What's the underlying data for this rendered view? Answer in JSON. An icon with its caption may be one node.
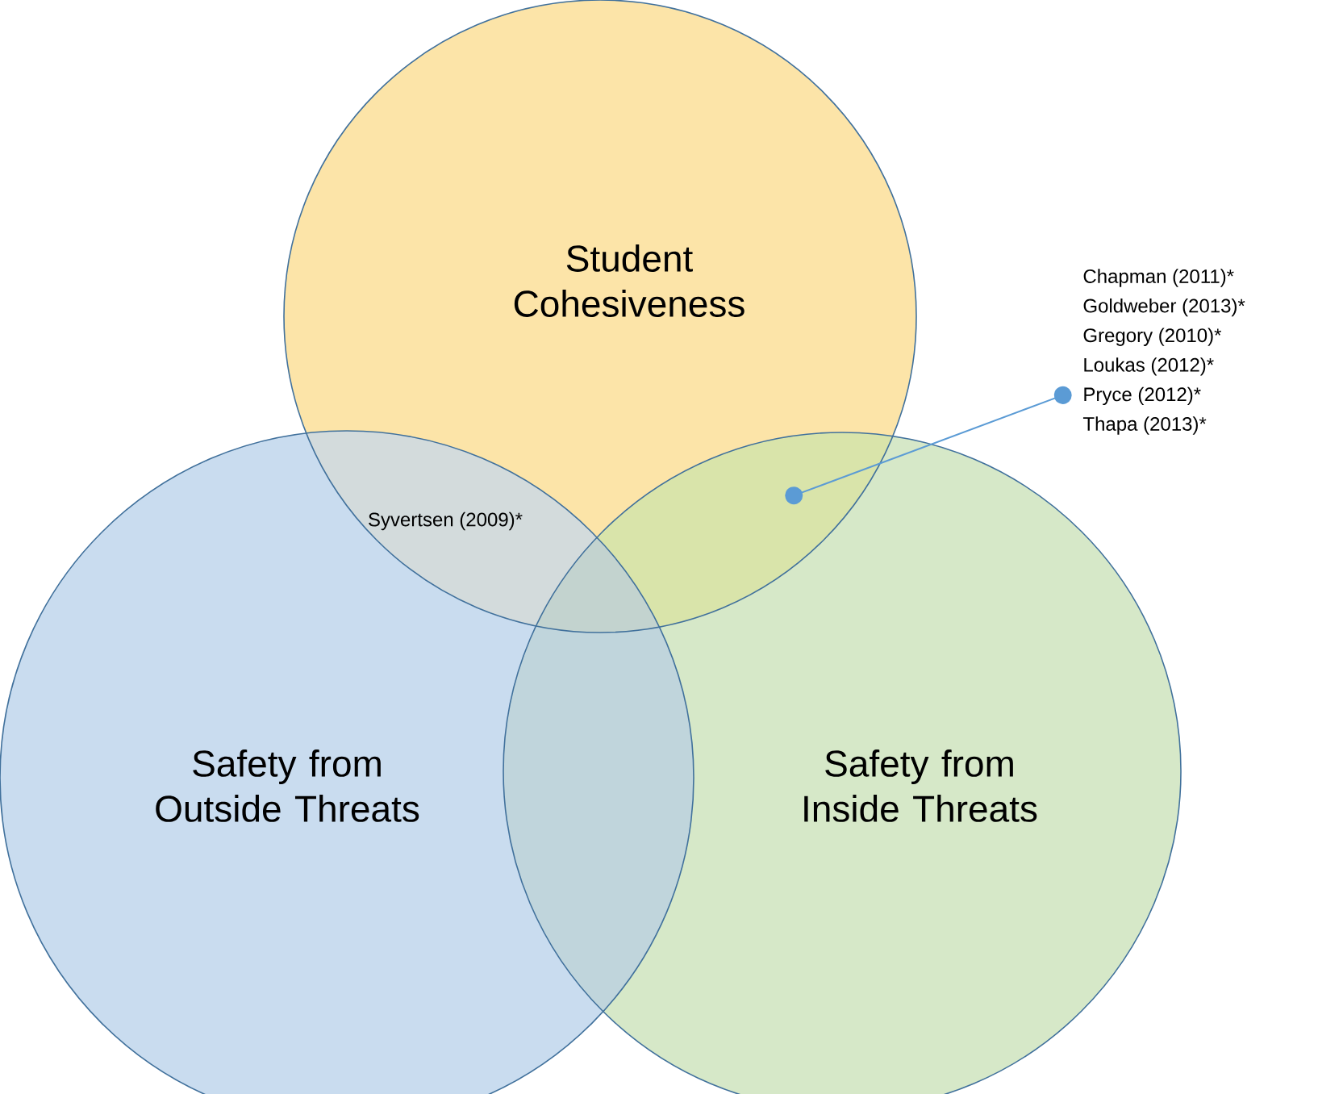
{
  "diagram": {
    "nodes": [
      {
        "text": [
          "Student Cohesiveness"
        ]
      },
      {
        "text": [
          "Safety from Outside Threats"
        ]
      },
      {
        "text": [
          "Safety from Inside Threats"
        ]
      },
      {
        "text": [
          "Chapman (2011)*",
          "Goldweber (2013)*",
          "Gregory (2010)*",
          "Loukas (2012)*",
          "Pryce (2012)*",
          "Thapa (2013)*"
        ]
      }
    ],
    "edges": [
      {
        "from": 3,
        "to": 0,
        "arrow": "other"
      }
    ],
    "labels": [
      "Syvertsen (2009)*"
    ]
  }
}
